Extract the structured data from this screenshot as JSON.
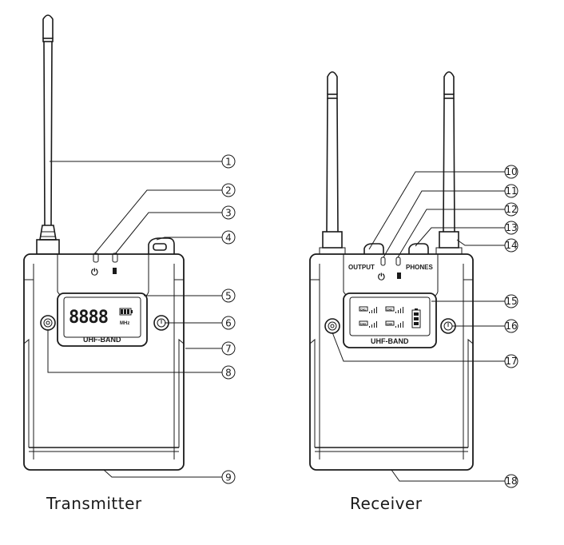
{
  "devices": {
    "transmitter": {
      "caption": "Transmitter",
      "band_label": "UHF-BAND",
      "display_digits": "8888",
      "display_unit": "MHz"
    },
    "receiver": {
      "caption": "Receiver",
      "band_label": "UHF-BAND",
      "output_label": "OUTPUT",
      "phones_label": "PHONES",
      "channel_labels": [
        "CH1",
        "CH2",
        "CH3",
        "CH4"
      ]
    }
  },
  "callouts": [
    "1",
    "2",
    "3",
    "4",
    "5",
    "6",
    "7",
    "8",
    "9",
    "10",
    "11",
    "12",
    "13",
    "14",
    "15",
    "16",
    "17",
    "18"
  ]
}
